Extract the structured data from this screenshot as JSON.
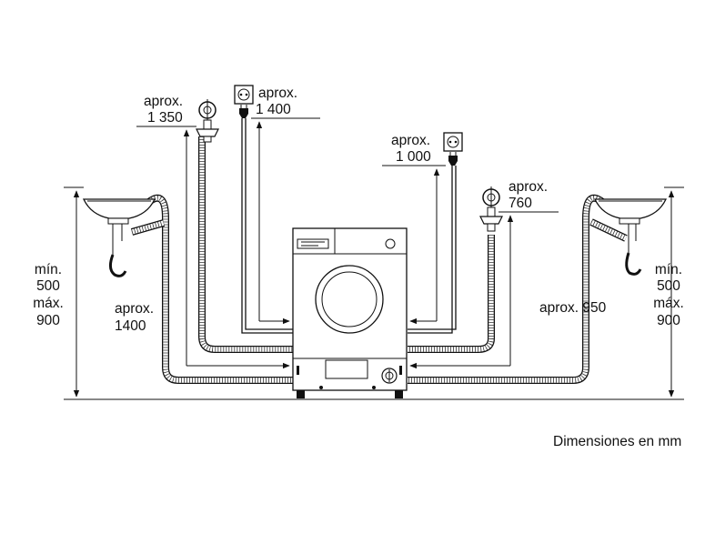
{
  "labels": {
    "tap_left": [
      "aprox.",
      "1 350"
    ],
    "socket_left": [
      "aprox.",
      "1 400"
    ],
    "socket_right": [
      "aprox.",
      "1 000"
    ],
    "tap_right": [
      "aprox.",
      "760"
    ],
    "sink_left": [
      "mín.",
      "500",
      "máx.",
      "900"
    ],
    "sink_right": [
      "mín.",
      "500",
      "máx.",
      "900"
    ],
    "drain_left": [
      "aprox.",
      "1400"
    ],
    "drain_right": "aprox. 950",
    "footer": "Dimensiones en mm"
  }
}
